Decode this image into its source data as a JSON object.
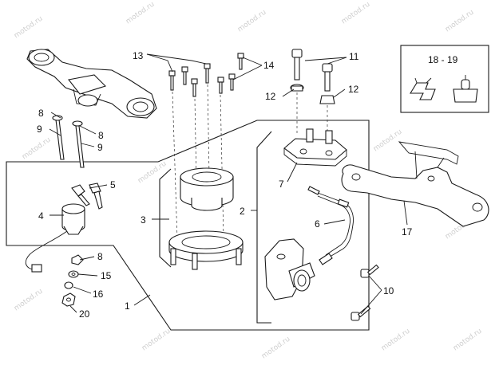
{
  "watermark": "motod.ru",
  "inset_label": "18 - 19",
  "callouts": {
    "c1": "1",
    "c2": "2",
    "c3": "3",
    "c4": "4",
    "c5": "5",
    "c6": "6",
    "c7": "7",
    "c8a": "8",
    "c8b": "8",
    "c8c": "8",
    "c9a": "9",
    "c9b": "9",
    "c10": "10",
    "c11": "11",
    "c12a": "12",
    "c12b": "12",
    "c13": "13",
    "c14": "14",
    "c15": "15",
    "c16": "16",
    "c17": "17",
    "c20": "20"
  }
}
